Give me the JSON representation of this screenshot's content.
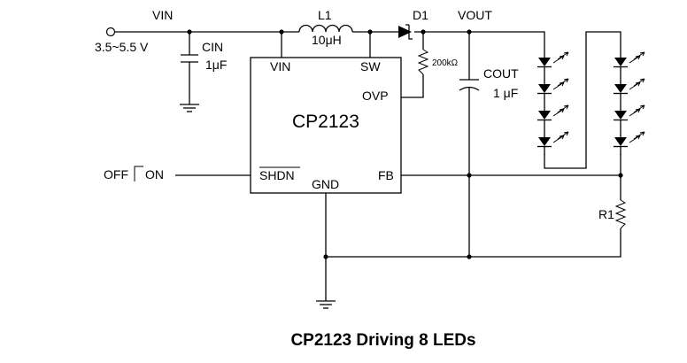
{
  "supply": {
    "net_label": "VIN",
    "range": "3.5~5.5 V"
  },
  "cin": {
    "name": "CIN",
    "value": "1μF"
  },
  "inductor": {
    "name": "L1",
    "value": "10μH"
  },
  "diode": {
    "name": "D1"
  },
  "output": {
    "net_label": "VOUT"
  },
  "ovp_resistor": {
    "value": "200kΩ"
  },
  "cout": {
    "name": "COUT",
    "value": "1 μF"
  },
  "ic": {
    "name": "CP2123",
    "pins": {
      "vin": "VIN",
      "sw": "SW",
      "ovp": "OVP",
      "shdn": "SHDN",
      "fb": "FB",
      "gnd": "GND"
    }
  },
  "switch": {
    "off": "OFF",
    "on": "ON"
  },
  "feedback_resistor": {
    "name": "R1"
  },
  "leds": {
    "count": 8,
    "strings": 2,
    "per_string": 4
  },
  "caption": "CP2123 Driving 8 LEDs"
}
